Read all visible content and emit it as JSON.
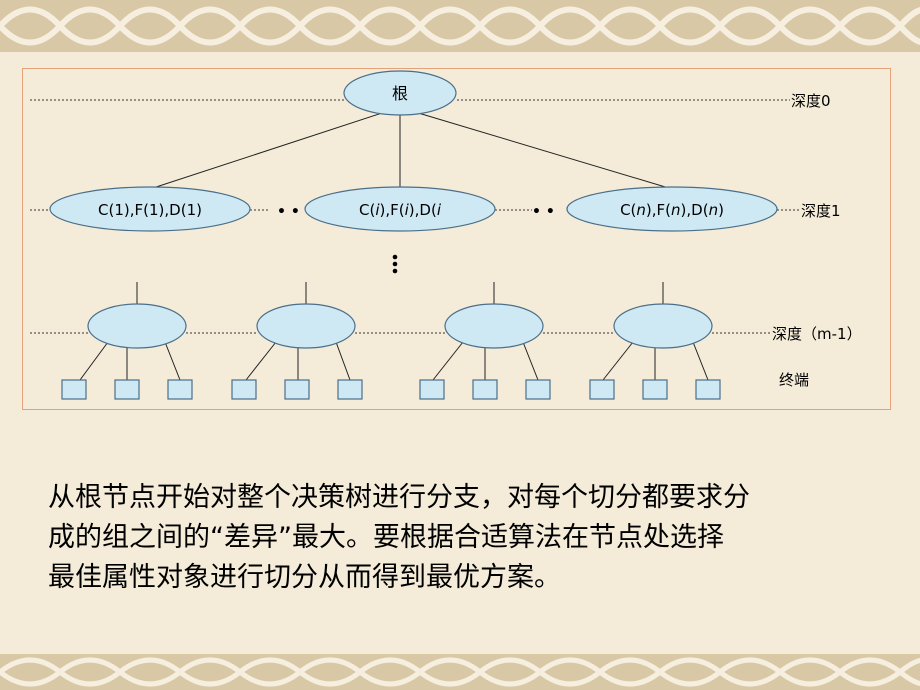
{
  "diagram": {
    "root_label": "根",
    "depth_labels": [
      "深度0",
      "深度1",
      "深度（m-1）",
      "终端"
    ],
    "level1_nodes": [
      {
        "parts": [
          "C(1),F(1),D(1)"
        ]
      },
      {
        "parts": [
          "C(",
          "i",
          "),F(",
          "i",
          "),D(",
          "i"
        ]
      },
      {
        "parts": [
          "C(",
          "n",
          "),F(",
          "n",
          "),D(",
          "n",
          ")"
        ]
      }
    ],
    "ellipsis_h": "• •",
    "ellipsis_v": "⋮",
    "colors": {
      "node_fill": "#cfe9f4",
      "node_stroke": "#4a6f8a",
      "line": "#333333",
      "terminal_fill": "#cfe9f4"
    }
  },
  "caption": {
    "lines": [
      "从根节点开始对整个决策树进行分支，对每个切分都要求分",
      "成的组之间的“差异”最大。要根据合适算法在节点处选择",
      "最佳属性对象进行切分从而得到最优方案。"
    ]
  }
}
